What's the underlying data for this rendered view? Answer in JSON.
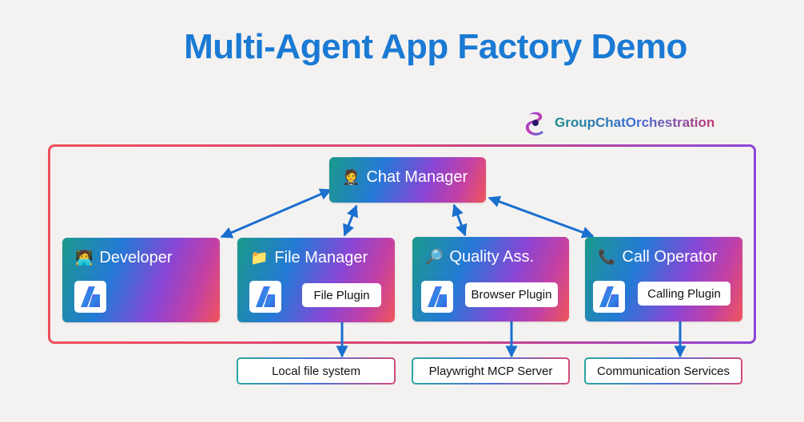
{
  "title": "Multi-Agent App Factory Demo",
  "orchestration": {
    "label": "GroupChatOrchestration"
  },
  "chat_manager": {
    "emoji": "🤵",
    "label": "Chat Manager"
  },
  "agents": [
    {
      "emoji": "🧑‍💻",
      "label": "Developer",
      "plugin": null
    },
    {
      "emoji": "📁",
      "label": "File Manager",
      "plugin": "File Plugin"
    },
    {
      "emoji": "🔎",
      "label": "Quality Ass.",
      "plugin": "Browser Plugin"
    },
    {
      "emoji": "📞",
      "label": "Call Operator",
      "plugin": "Calling Plugin"
    }
  ],
  "resources": [
    "Local file system",
    "Playwright MCP Server",
    "Communication Services"
  ],
  "colors": {
    "title": "#1a7ad4",
    "connector": "#1a6fcf",
    "background": "#f4f2f1",
    "frame_start": "#f24f5a",
    "frame_end": "#8b47d8"
  }
}
